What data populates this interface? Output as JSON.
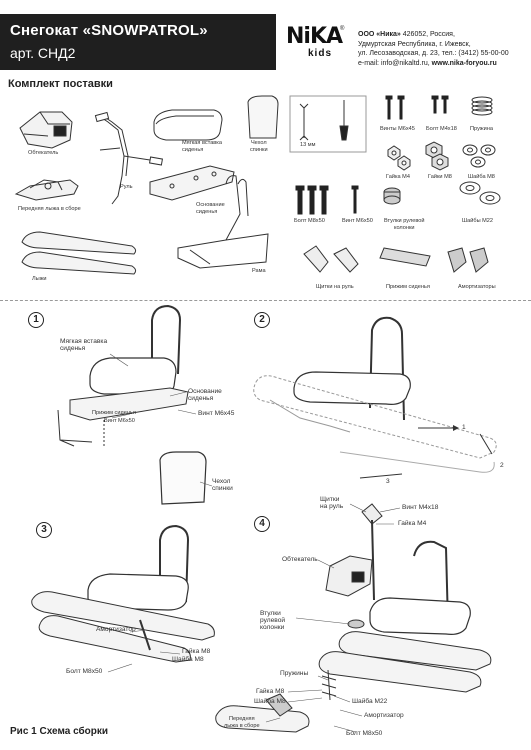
{
  "header": {
    "title": "Снегокат «SNOWPATROL»",
    "article": "арт. СНД2"
  },
  "logo": {
    "line1": "NiKA",
    "line2": "kids",
    "mark": "®"
  },
  "company": {
    "name_bold": "ООО «Ника»",
    "line1_rest": " 426052, Россия,",
    "line2": "Удмуртская Республика, г. Ижевск,",
    "line3": "ул. Лесозаводская, д. 23, тел.: (3412) 55-00-00",
    "line4_prefix": "e-mail: info@nikaltd.ru, ",
    "line4_bold": "www.nika-foryou.ru"
  },
  "kit": {
    "title": "Комплект поставки",
    "items": {
      "fairing": "Обтекатель",
      "seat_insert": "Мягкая вставка\nсиденья",
      "back_cover": "Чехол\nспинки",
      "wrench": "13 мм",
      "screws_m6x45": "Винты M6x45",
      "bolt_m4x18": "Болт M4x18",
      "spring": "Пружина",
      "handlebar": "Руль",
      "front_ski": "Передняя лыжа в сборе",
      "seat_base": "Основание\nсиденья",
      "nut_m4": "Гайка M4",
      "nut_m8": "Гайки M8",
      "washer_m8": "Шайба M8",
      "bolt_m8x50": "Болт M8x50",
      "screw_m6x50": "Винт M6x50",
      "steering_bushings": "Втулки рулевой\nколонки",
      "washers_m22": "Шайбы M22",
      "skis": "Лыжи",
      "frame": "Рама",
      "handle_guards": "Щитки на руль",
      "seat_clamps": "Прижим сиденья",
      "shock_absorbers": "Амортизаторы"
    }
  },
  "steps": {
    "s1": {
      "num": "1",
      "seat_insert": "Мягкая вставка\nсиденья",
      "seat_base": "Основание\nсиденья",
      "seat_clamp": "Прижим сиденья",
      "screw_m6x50": "Винт M6x50",
      "screw_m6x45": "Винт M6x45"
    },
    "s2": {
      "num": "2",
      "a1": "1",
      "a2": "2",
      "a3": "3"
    },
    "s3": {
      "num": "3",
      "back_cover": "Чехол\nспинки",
      "shock": "Амортизатор",
      "nut_m8": "Гайка M8",
      "washer_m8": "Шайба M8",
      "bolt_m8x50": "Болт M8x50"
    },
    "s4": {
      "num": "4",
      "guards": "Щитки\nна руль",
      "screw_m4x18": "Винт M4x18",
      "nut_m4": "Гайка M4",
      "fairing": "Обтекатель",
      "bushings": "Втулки\nрулевой\nколонки",
      "springs": "Пружины",
      "washer_m22": "Шайба M22",
      "nut_m8": "Гайка M8",
      "washer_m8": "Шайба M8",
      "shock": "Амортизатор",
      "front_ski": "Передняя\nлыжа в сборе",
      "bolt_m8x50": "Болт M8x50"
    }
  },
  "caption": "Рис 1 Схема сборки"
}
